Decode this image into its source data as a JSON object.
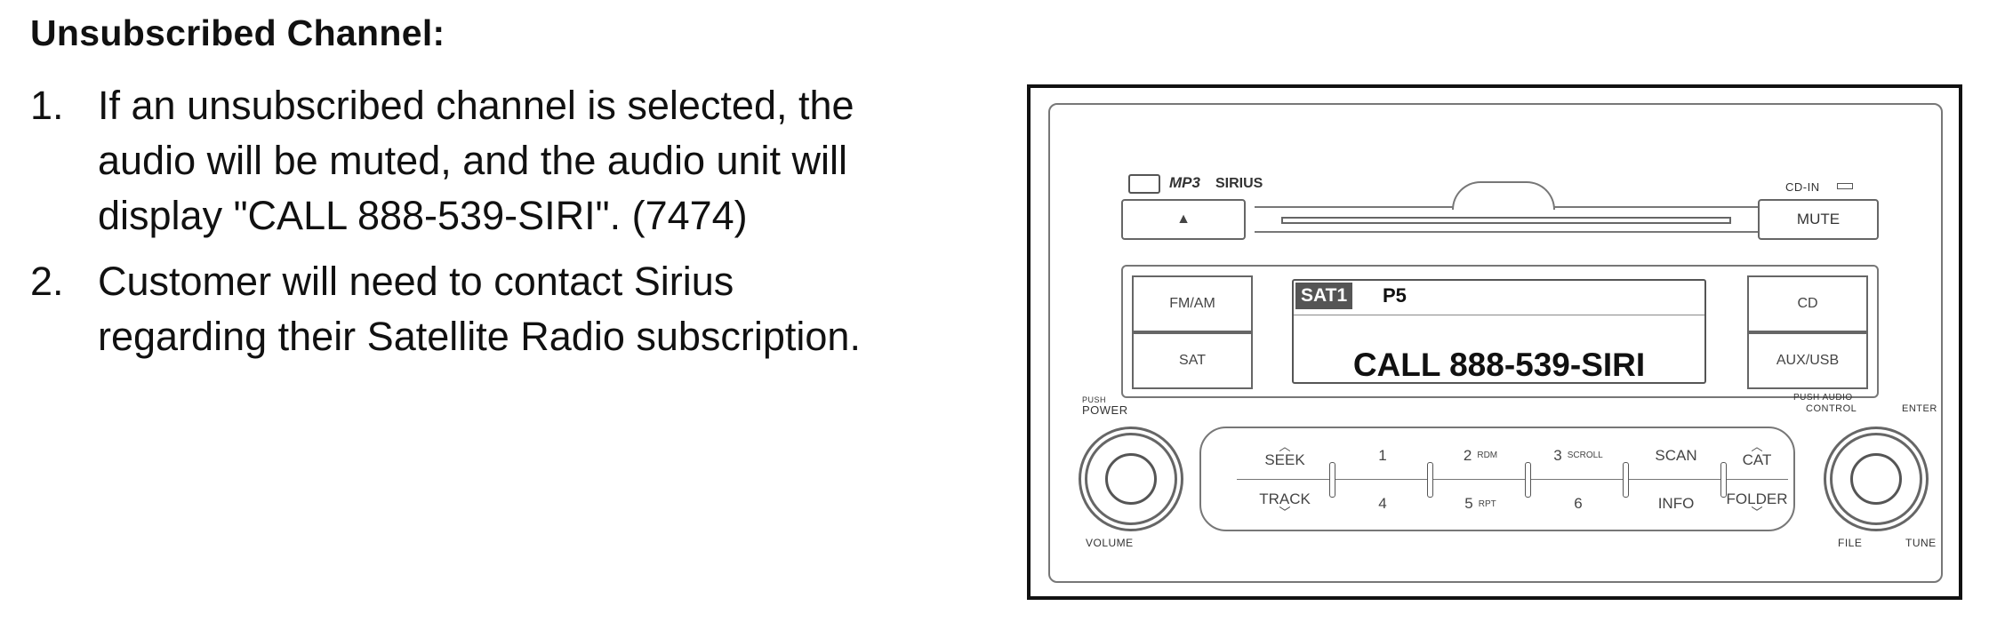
{
  "heading": "Unsubscribed Channel:",
  "steps": [
    {
      "num": "1.",
      "lines": [
        "If an unsubscribed channel is selected, the",
        "audio will be muted, and the audio unit will",
        "display \"CALL 888-539-SIRI\". (7474)"
      ]
    },
    {
      "num": "2.",
      "lines": [
        "Customer will need to contact Sirius",
        "regarding their Satellite Radio subscription."
      ]
    }
  ],
  "radio": {
    "logos": {
      "mp3": "MP3",
      "sirius": "SIRIUS"
    },
    "cd_in": "CD-IN",
    "eject": "▲",
    "mute": "MUTE",
    "left_buttons": [
      "FM/AM",
      "SAT"
    ],
    "right_buttons": [
      "CD",
      "AUX/USB"
    ],
    "display": {
      "band": "SAT1",
      "preset": "P5",
      "message": "CALL 888-539-SIRI"
    },
    "labels": {
      "push": "PUSH",
      "power": "POWER",
      "volume": "VOLUME",
      "push_audio": "PUSH AUDIO",
      "control": "CONTROL",
      "enter": "ENTER",
      "file": "FILE",
      "tune": "TUNE"
    },
    "top_row": [
      "SEEK",
      "1",
      "2",
      "3",
      "SCAN",
      "CAT"
    ],
    "top_row_sub": {
      "2": "RDM",
      "3": "SCROLL"
    },
    "bottom_row": [
      "TRACK",
      "4",
      "5",
      "6",
      "INFO",
      "FOLDER"
    ],
    "bottom_row_sub": {
      "5": "RPT"
    }
  }
}
